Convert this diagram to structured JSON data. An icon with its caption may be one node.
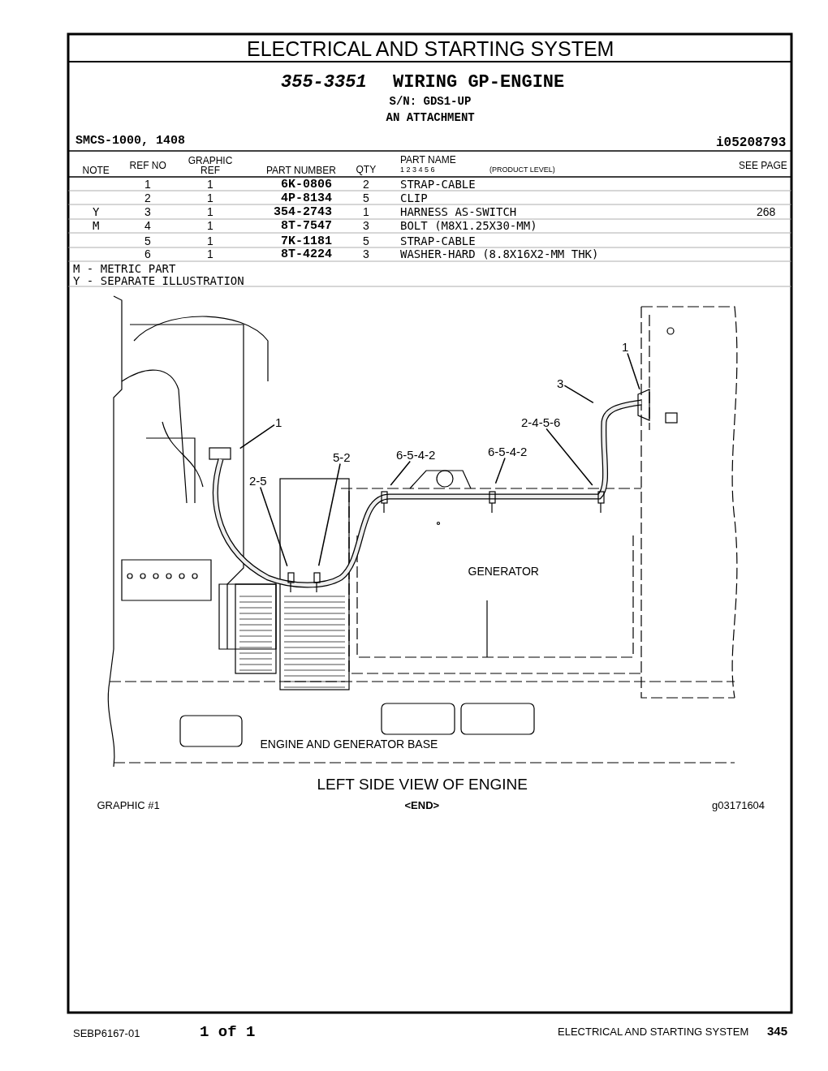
{
  "diagram": {
    "title": "ELECTRICAL AND STARTING SYSTEM",
    "caption": "LEFT SIDE VIEW OF ENGINE",
    "nodes": [
      {
        "text": [
          "1"
        ]
      },
      {
        "text": [
          "3"
        ]
      },
      {
        "text": [
          "1"
        ]
      },
      {
        "text": [
          "2-4-5-6"
        ]
      },
      {
        "text": [
          "6-5-4-2"
        ]
      },
      {
        "text": [
          "6-5-4-2"
        ]
      },
      {
        "text": [
          "5-2"
        ]
      },
      {
        "text": [
          "2-5"
        ]
      }
    ],
    "edges": [
      {
        "from": 0,
        "to": null,
        "arrow": "none"
      },
      {
        "from": 1,
        "to": null,
        "arrow": "none"
      },
      {
        "from": 2,
        "to": null,
        "arrow": "none"
      },
      {
        "from": 3,
        "to": null,
        "arrow": "none"
      },
      {
        "from": 4,
        "to": null,
        "arrow": "none"
      },
      {
        "from": 5,
        "to": null,
        "arrow": "none"
      },
      {
        "from": 6,
        "to": null,
        "arrow": "none"
      },
      {
        "from": 7,
        "to": null,
        "arrow": "none"
      }
    ],
    "labels": [
      "355-3351",
      "WIRING GP-ENGINE",
      "S/N: GDS1-UP",
      "AN ATTACHMENT",
      "SMCS-1000, 1408",
      "i05208793",
      "NOTE",
      "REF NO",
      "GRAPHIC REF",
      "PART NUMBER",
      "QTY",
      "PART NAME",
      "1 2 3 4 5 6",
      "(PRODUCT LEVEL)",
      "SEE PAGE",
      "1",
      "1",
      "6K-0806",
      "2",
      "STRAP-CABLE",
      "2",
      "1",
      "4P-8134",
      "5",
      "CLIP",
      "Y",
      "3",
      "1",
      "354-2743",
      "1",
      "HARNESS AS-SWITCH",
      "268",
      "M",
      "4",
      "1",
      "8T-7547",
      "3",
      "BOLT (M8X1.25X30-MM)",
      "5",
      "1",
      "7K-1181",
      "5",
      "STRAP-CABLE",
      "6",
      "1",
      "8T-4224",
      "3",
      "WASHER-HARD (8.8X16X2-MM THK)",
      "M - METRIC PART",
      "Y - SEPARATE ILLUSTRATION",
      "GENERATOR",
      "ENGINE AND GENERATOR BASE",
      "GRAPHIC #1",
      "<END>",
      "g03171604",
      "SEBP6167-01",
      "1 of 1",
      "ELECTRICAL AND STARTING SYSTEM",
      "345"
    ]
  }
}
